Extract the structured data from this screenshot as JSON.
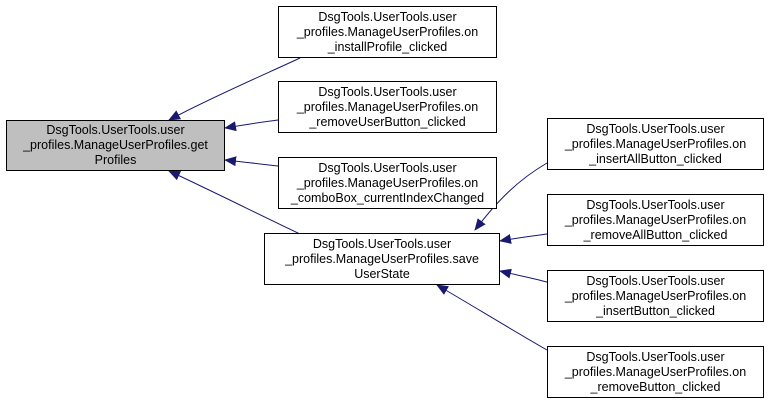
{
  "colors": {
    "edge": "#191970",
    "root_fill": "#bfbfbf",
    "node_fill": "#ffffff",
    "border": "#000000"
  },
  "nodes": {
    "root": {
      "lines": [
        "DsgTools.UserTools.user",
        "_profiles.ManageUserProfiles.get",
        "Profiles"
      ]
    },
    "install_profile": {
      "lines": [
        "DsgTools.UserTools.user",
        "_profiles.ManageUserProfiles.on",
        "_installProfile_clicked"
      ]
    },
    "remove_user_button": {
      "lines": [
        "DsgTools.UserTools.user",
        "_profiles.ManageUserProfiles.on",
        "_removeUserButton_clicked"
      ]
    },
    "combo_box": {
      "lines": [
        "DsgTools.UserTools.user",
        "_profiles.ManageUserProfiles.on",
        "_comboBox_currentIndexChanged"
      ]
    },
    "save_user_state": {
      "lines": [
        "DsgTools.UserTools.user",
        "_profiles.ManageUserProfiles.save",
        "UserState"
      ]
    },
    "insert_all_button": {
      "lines": [
        "DsgTools.UserTools.user",
        "_profiles.ManageUserProfiles.on",
        "_insertAllButton_clicked"
      ]
    },
    "remove_all_button": {
      "lines": [
        "DsgTools.UserTools.user",
        "_profiles.ManageUserProfiles.on",
        "_removeAllButton_clicked"
      ]
    },
    "insert_button": {
      "lines": [
        "DsgTools.UserTools.user",
        "_profiles.ManageUserProfiles.on",
        "_insertButton_clicked"
      ]
    },
    "remove_button": {
      "lines": [
        "DsgTools.UserTools.user",
        "_profiles.ManageUserProfiles.on",
        "_removeButton_clicked"
      ]
    }
  },
  "edges": [
    {
      "from": "install_profile",
      "to": "root"
    },
    {
      "from": "remove_user_button",
      "to": "root"
    },
    {
      "from": "combo_box",
      "to": "root"
    },
    {
      "from": "save_user_state",
      "to": "root"
    },
    {
      "from": "insert_all_button",
      "to": "save_user_state"
    },
    {
      "from": "remove_all_button",
      "to": "save_user_state"
    },
    {
      "from": "insert_button",
      "to": "save_user_state"
    },
    {
      "from": "remove_button",
      "to": "save_user_state"
    }
  ]
}
